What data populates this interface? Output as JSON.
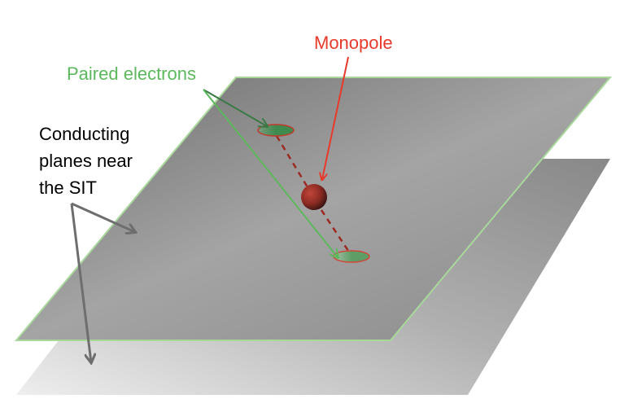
{
  "labels": {
    "monopole": "Monopole",
    "paired_electrons": "Paired electrons",
    "conducting_planes": [
      "Conducting",
      "planes near",
      "the SIT"
    ]
  },
  "colors": {
    "monopole": "#e8392a",
    "electrons_label": "#5cb85c",
    "electrons_arrow_dark": "#3a7a45",
    "planes_label": "#000000",
    "planes_arrow": "#6e6e6e",
    "plane_border": "#a8d89a",
    "sphere": "#9a2a22"
  }
}
